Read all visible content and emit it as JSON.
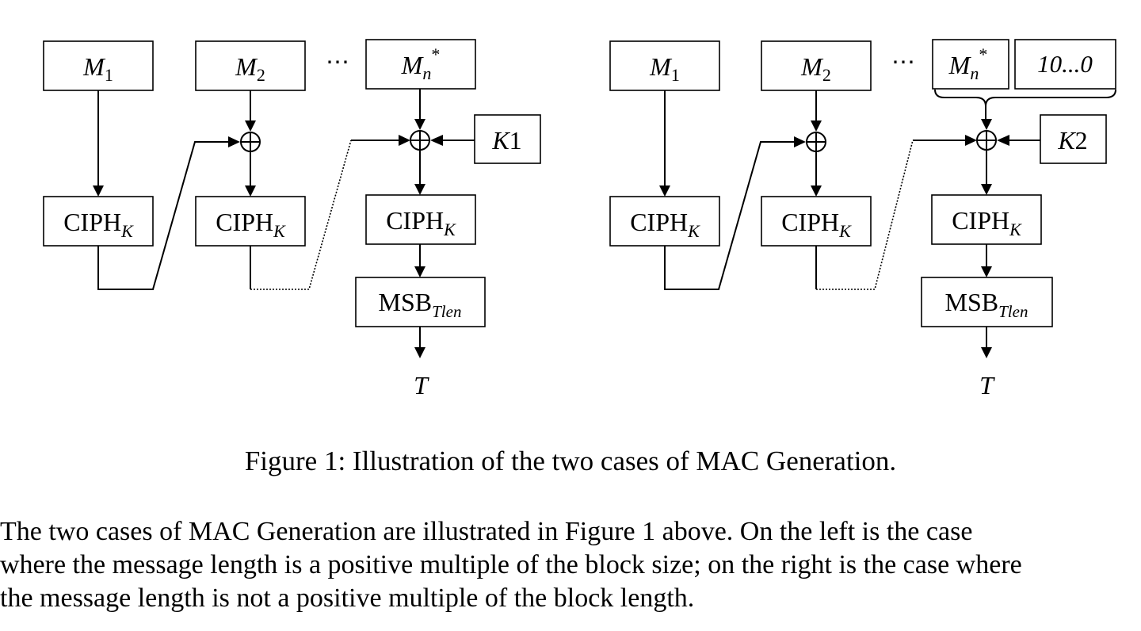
{
  "diagram": {
    "left": {
      "m1": {
        "base": "M",
        "sub": "1"
      },
      "m2": {
        "base": "M",
        "sub": "2"
      },
      "ellipsis": "⋯",
      "mn": {
        "base": "M",
        "sub": "n",
        "sup": "*"
      },
      "key": {
        "base": "K",
        "num": "1"
      },
      "ciph": {
        "base": "CIPH",
        "sub": "K"
      },
      "msb": {
        "base": "MSB",
        "sub": "Tlen"
      },
      "output": "T"
    },
    "right": {
      "m1": {
        "base": "M",
        "sub": "1"
      },
      "m2": {
        "base": "M",
        "sub": "2"
      },
      "ellipsis": "⋯",
      "mn": {
        "base": "M",
        "sub": "n",
        "sup": "*"
      },
      "pad": "10...0",
      "key": {
        "base": "K",
        "num": "2"
      },
      "ciph": {
        "base": "CIPH",
        "sub": "K"
      },
      "msb": {
        "base": "MSB",
        "sub": "Tlen"
      },
      "output": "T"
    }
  },
  "caption": "Figure 1:  Illustration of the two cases of MAC Generation.",
  "paragraph": [
    "The two cases of MAC Generation are illustrated in Figure 1 above.  On the left is the case",
    "where the message length is a positive multiple of the block size; on the right is the case where",
    "the message length is not a positive multiple of the block length."
  ]
}
